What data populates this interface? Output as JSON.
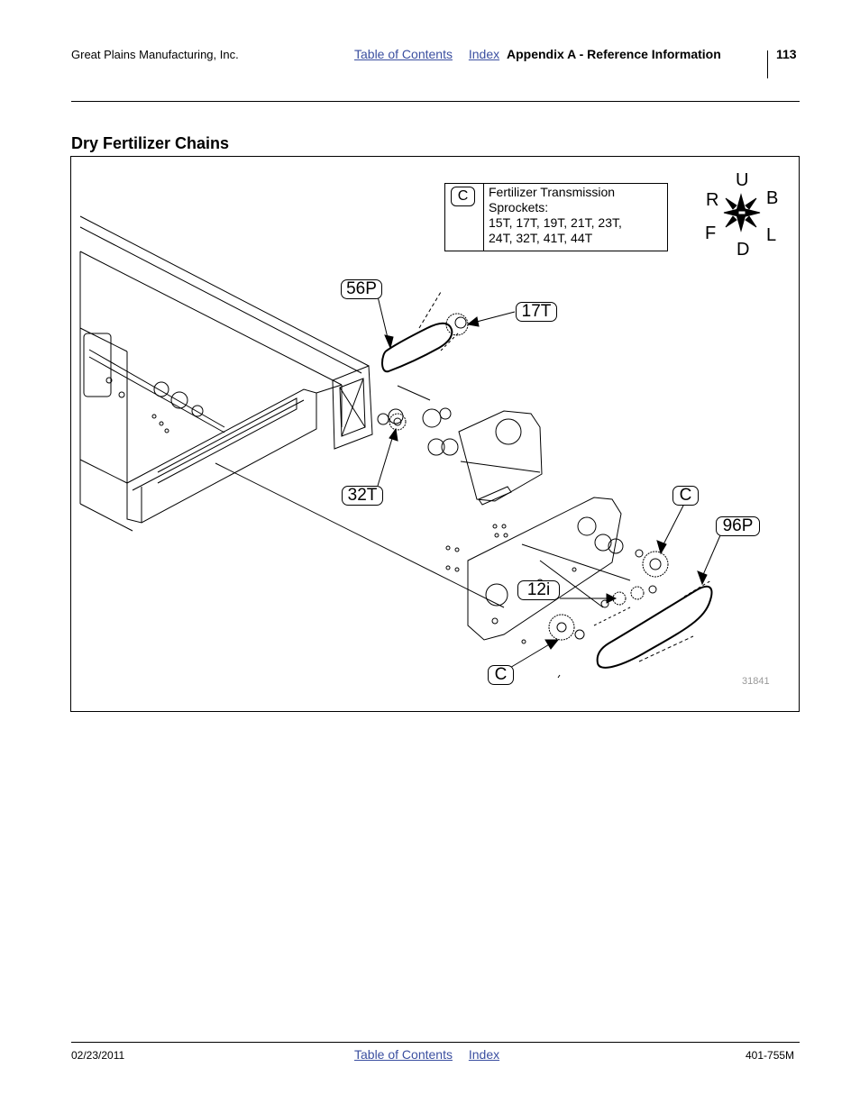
{
  "header": {
    "company": "Great Plains Manufacturing, Inc.",
    "toc_link": "Table of Contents",
    "index_link": "Index",
    "section": "Appendix A - Reference Information",
    "page_number": "113"
  },
  "section_title": "Dry Fertilizer Chains",
  "figure": {
    "legend": {
      "key": "C",
      "text": "Fertilizer Transmission\nSprockets:\n15T, 17T, 19T, 21T, 23T,\n24T, 32T, 41T, 44T"
    },
    "compass": {
      "up": "U",
      "down": "D",
      "right": "R",
      "back": "B",
      "front": "F",
      "left": "L"
    },
    "callouts": {
      "chain_56p": "56P",
      "sprocket_17t": "17T",
      "sprocket_32t": "32T",
      "sprocket_c_upper": "C",
      "chain_96p": "96P",
      "idler_12i": "12i",
      "sprocket_c_lower": "C"
    },
    "figure_number": "31841"
  },
  "footer": {
    "date": "02/23/2011",
    "toc_link": "Table of Contents",
    "index_link": "Index",
    "doc_number": "401-755M"
  },
  "colors": {
    "link": "#3b4fa0",
    "figure_number": "#999999"
  }
}
